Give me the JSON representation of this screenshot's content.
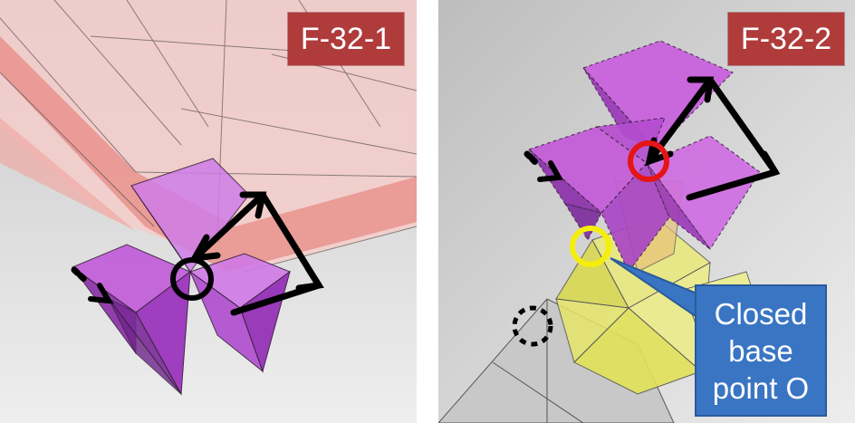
{
  "panels": [
    {
      "label": "F-32-1"
    },
    {
      "label": "F-32-2",
      "callout": {
        "lines": [
          "Closed",
          "base",
          "point O"
        ]
      }
    }
  ],
  "colors": {
    "label_background": "#b03b3b",
    "callout_background": "#3a75c4",
    "octahedron": "#b53ad6",
    "tetra_yellow": "#ecec6a",
    "plate_pink": "#f2b8b4",
    "marker_black": "#000000",
    "marker_red": "#e51515",
    "marker_yellow": "#f5ee0a"
  }
}
